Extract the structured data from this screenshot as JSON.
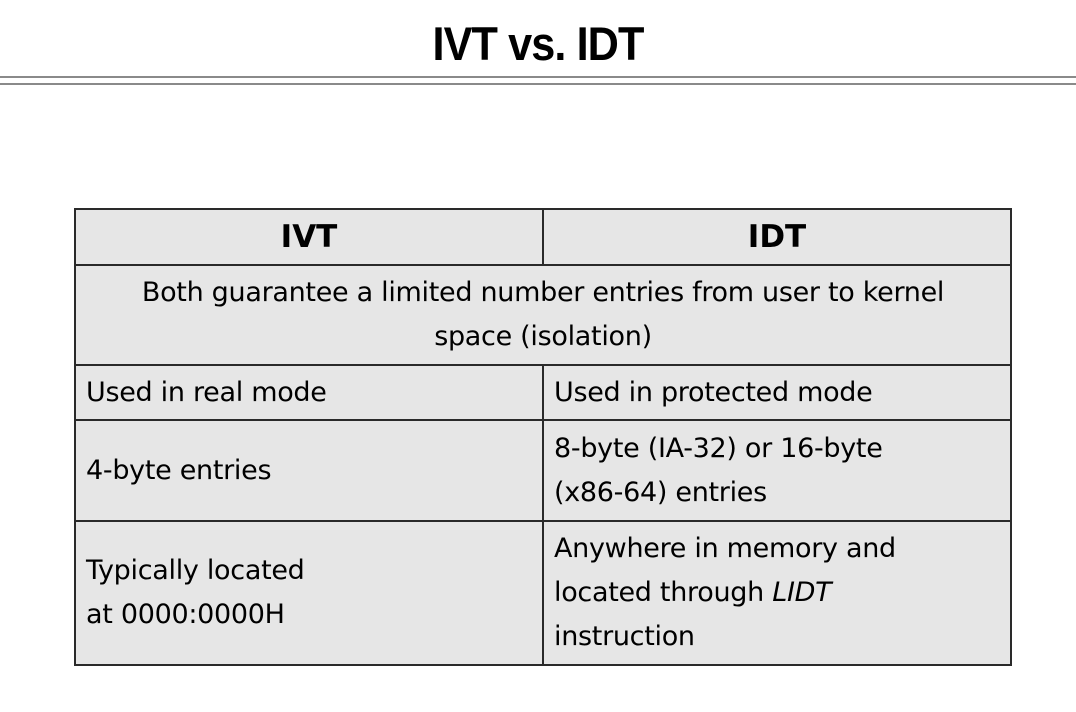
{
  "slide": {
    "title": "IVT vs. IDT"
  },
  "table": {
    "headers": [
      "IVT",
      "IDT"
    ],
    "merged_row": [
      "Both guarantee a limited number entries from user to kernel",
      "space (isolation)"
    ],
    "rows": [
      {
        "ivt": [
          "Used in real mode"
        ],
        "idt": [
          "Used in protected mode"
        ]
      },
      {
        "ivt": [
          "4-byte entries"
        ],
        "idt": [
          "8-byte (IA-32) or 16-byte",
          "(x86-64) entries"
        ]
      },
      {
        "ivt": [
          "Typically located",
          "at 0000:0000H"
        ],
        "idt_line1": "Anywhere in memory and",
        "idt_line2_pre": "located through ",
        "idt_line2_em": "LIDT",
        "idt_line3": "instruction"
      }
    ]
  },
  "colors": {
    "cell_background": "#e6e6e6",
    "border": "#2a2a2a",
    "rule": "#8a8a8a"
  }
}
